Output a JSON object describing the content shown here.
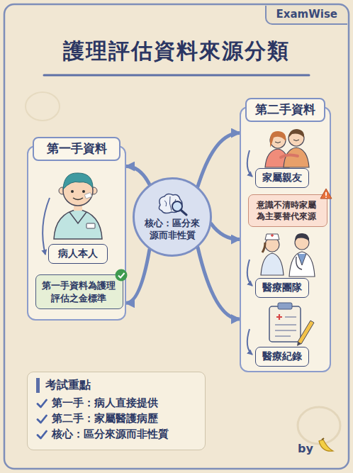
{
  "diagram": {
    "title": "護理評估資料來源分類",
    "nodes": [
      {
        "text": [
          "第一手資料"
        ]
      },
      {
        "text": [
          "病人本人"
        ],
        "in": 0
      },
      {
        "text": [
          "第一手資料為護理評估之金標準"
        ],
        "in": 0
      },
      {
        "text": [
          "核心：區分來源而非性質"
        ]
      },
      {
        "text": [
          "第二手資料"
        ]
      },
      {
        "text": [
          "家屬親友"
        ],
        "in": 4
      },
      {
        "text": [
          "意識不清時家屬為主要替代來源"
        ],
        "in": 4
      },
      {
        "text": [
          "醫療團隊"
        ],
        "in": 4
      },
      {
        "text": [
          "醫療紀錄"
        ],
        "in": 4
      },
      {
        "text": [
          "考試重點",
          "第一手：病人直接提供",
          "第二手：家屬醫護病歷",
          "核心：區分來源而非性質"
        ]
      }
    ],
    "edges": [
      {
        "from": 3,
        "to": 0,
        "arrow": "to"
      },
      {
        "from": 3,
        "to": 0,
        "arrow": "to"
      },
      {
        "from": 3,
        "to": 4,
        "arrow": "to"
      },
      {
        "from": 3,
        "to": 4,
        "arrow": "to"
      },
      {
        "from": 3,
        "to": 4,
        "arrow": "to"
      }
    ],
    "labels": [
      "ExamWise",
      "by"
    ]
  }
}
